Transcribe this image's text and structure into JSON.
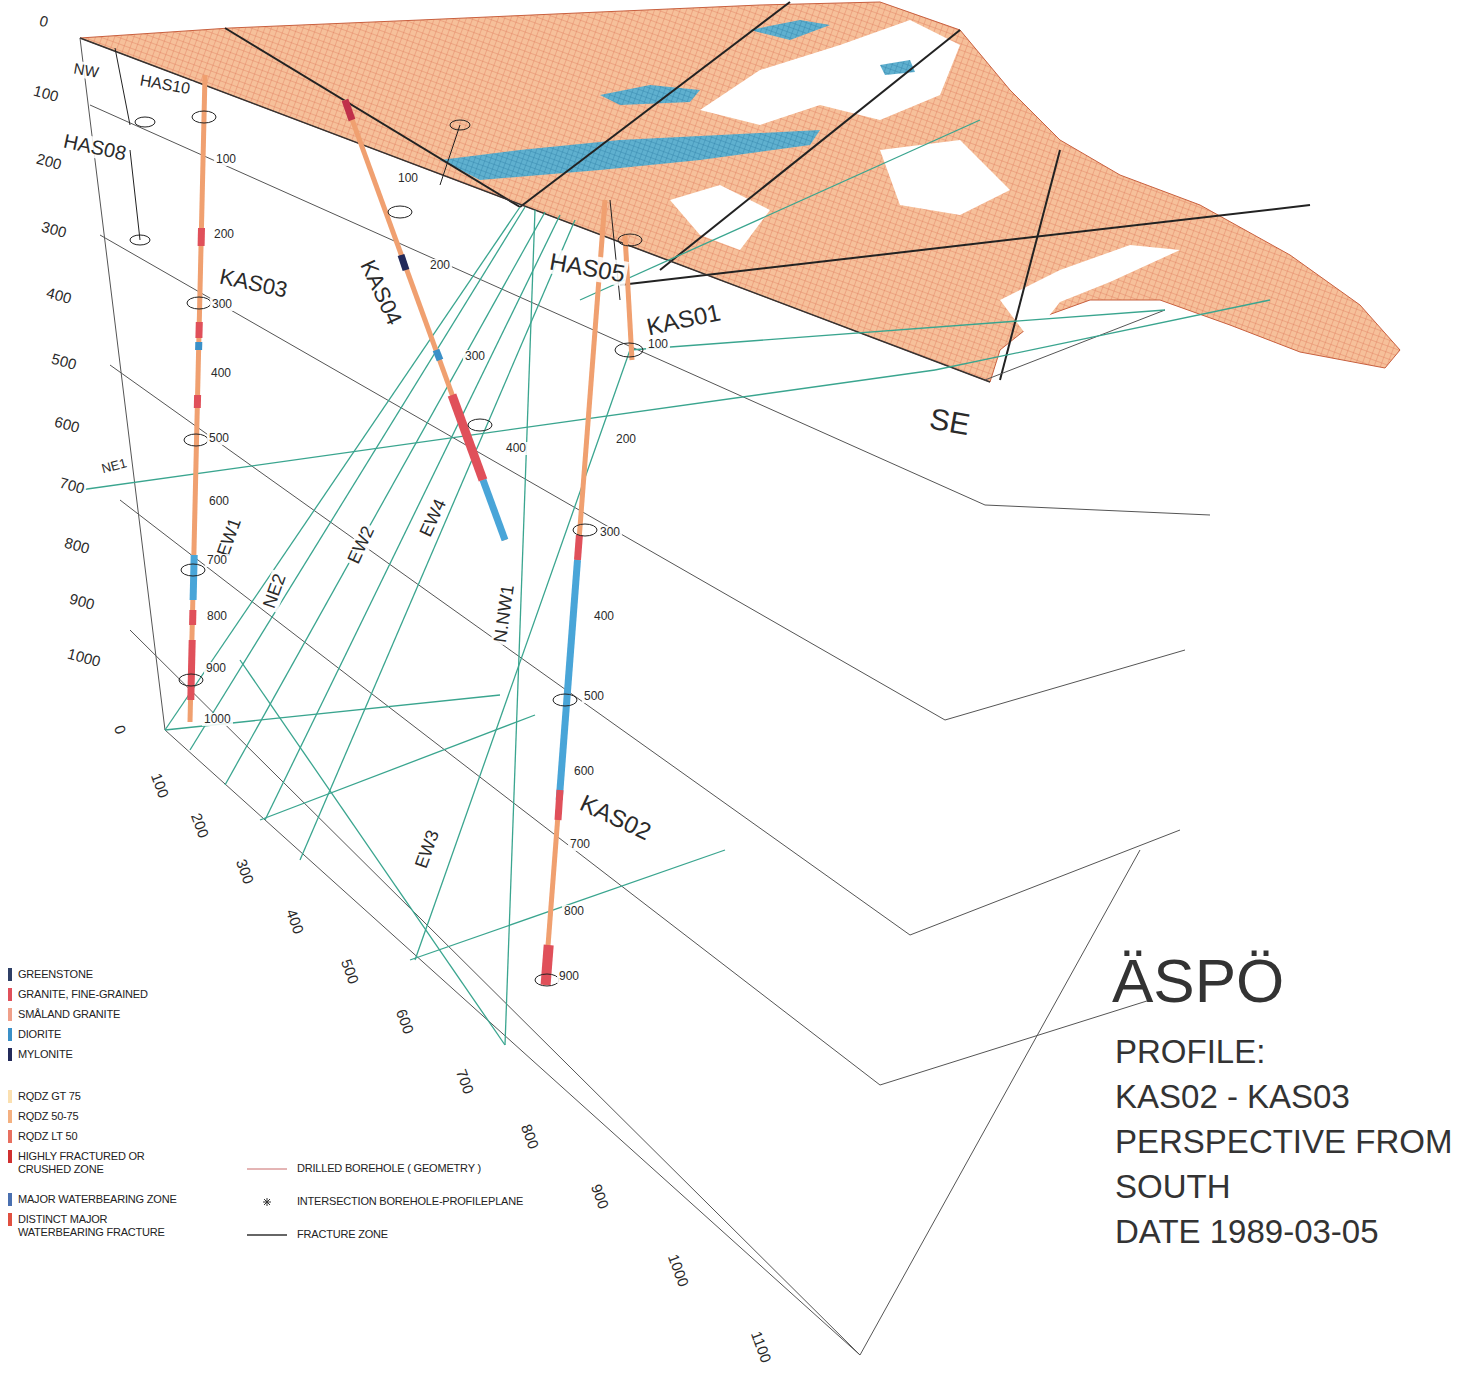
{
  "diagram": {
    "title": "ÄSPÖ",
    "labels": [
      "0",
      "100",
      "200",
      "300",
      "400",
      "500",
      "600",
      "700",
      "800",
      "900",
      "1000",
      "0",
      "100",
      "200",
      "300",
      "400",
      "500",
      "600",
      "700",
      "800",
      "900",
      "1000",
      "1100",
      "NW",
      "HAS10",
      "HAS08",
      "KAS03",
      "KAS04",
      "HAS05",
      "KAS01",
      "SE",
      "NE1",
      "EW1",
      "NE2",
      "EW2",
      "EW4",
      "N.NW1",
      "EW3",
      "KAS02",
      "100",
      "200",
      "300",
      "400",
      "500",
      "600",
      "700",
      "800",
      "900",
      "1000",
      "100",
      "200",
      "300",
      "400",
      "100",
      "200",
      "300",
      "400",
      "500",
      "600",
      "700",
      "800",
      "900",
      "PROFILE:",
      "KAS02 - KAS03",
      "PERSPECTIVE FROM",
      "SOUTH",
      "DATE 1989-03-05"
    ],
    "legend": [
      {
        "text": "GREENSTONE",
        "color": "#2f3f66"
      },
      {
        "text": "GRANITE, FINE-GRAINED",
        "color": "#e0505a"
      },
      {
        "text": "SMÅLAND GRANITE",
        "color": "#f0a08a"
      },
      {
        "text": "DIORITE",
        "color": "#3a90c8"
      },
      {
        "text": "MYLONITE",
        "color": "#232a5a"
      },
      {
        "text": "RQDZ GT 75",
        "color": "#fbe0b0"
      },
      {
        "text": "RQDZ 50-75",
        "color": "#f4b080"
      },
      {
        "text": "RQDZ LT 50",
        "color": "#e87060"
      },
      {
        "text": "HIGHLY FRACTURED OR CRUSHED ZONE",
        "color": "#d03030"
      },
      {
        "text": "MAJOR WATERBEARING ZONE",
        "color": "#4a70b0"
      },
      {
        "text": "DISTINCT MAJOR WATERBEARING FRACTURE",
        "color": "#e05040"
      },
      {
        "text": "DRILLED BOREHOLE ( GEOMETRY )"
      },
      {
        "text": "INTERSECTION BOREHOLE-PROFILEPLANE"
      },
      {
        "text": "FRACTURE ZONE"
      }
    ]
  }
}
